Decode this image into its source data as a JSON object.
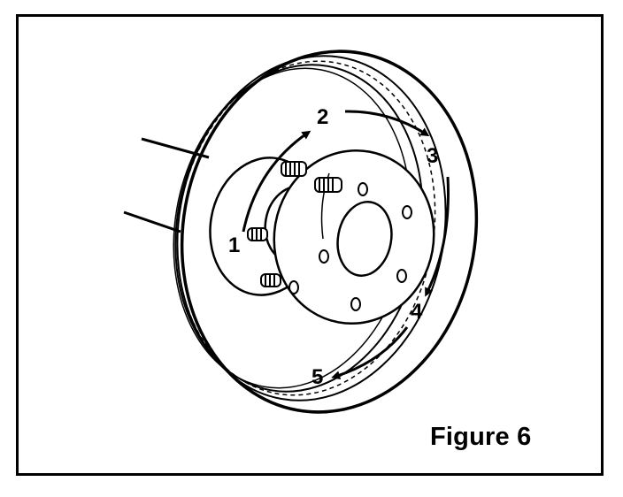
{
  "figure": {
    "caption": "Figure 6",
    "sequence_labels": [
      "1",
      "2",
      "3",
      "4",
      "5"
    ]
  },
  "colors": {
    "ink": "#000000",
    "paper": "#ffffff"
  }
}
